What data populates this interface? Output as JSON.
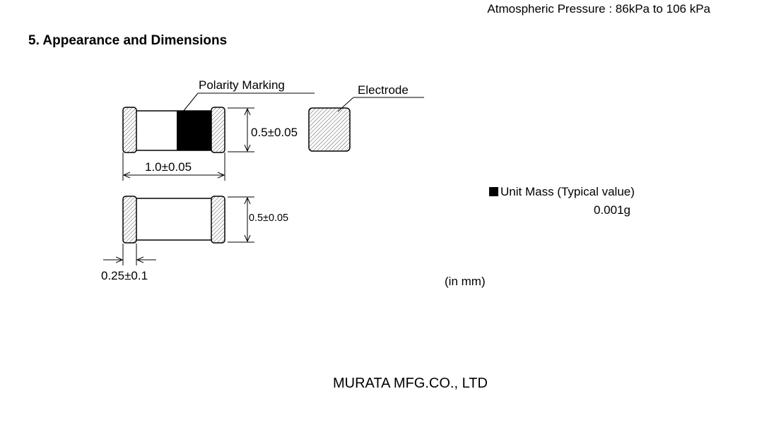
{
  "header": {
    "atmospheric_pressure": "Atmospheric Pressure : 86kPa to 106 kPa"
  },
  "section": {
    "title": "5. Appearance and Dimensions"
  },
  "drawing": {
    "polarity_label": "Polarity Marking",
    "electrode_label": "Electrode",
    "height_top": "0.5±0.05",
    "length": "1.0±0.05",
    "height_side": "0.5±0.05",
    "electrode_width": "0.25±0.1"
  },
  "unit_mass": {
    "label": "Unit Mass (Typical value)",
    "value": "0.001g"
  },
  "units_note": "(in mm)",
  "footer": {
    "company": "MURATA MFG.CO., LTD"
  }
}
